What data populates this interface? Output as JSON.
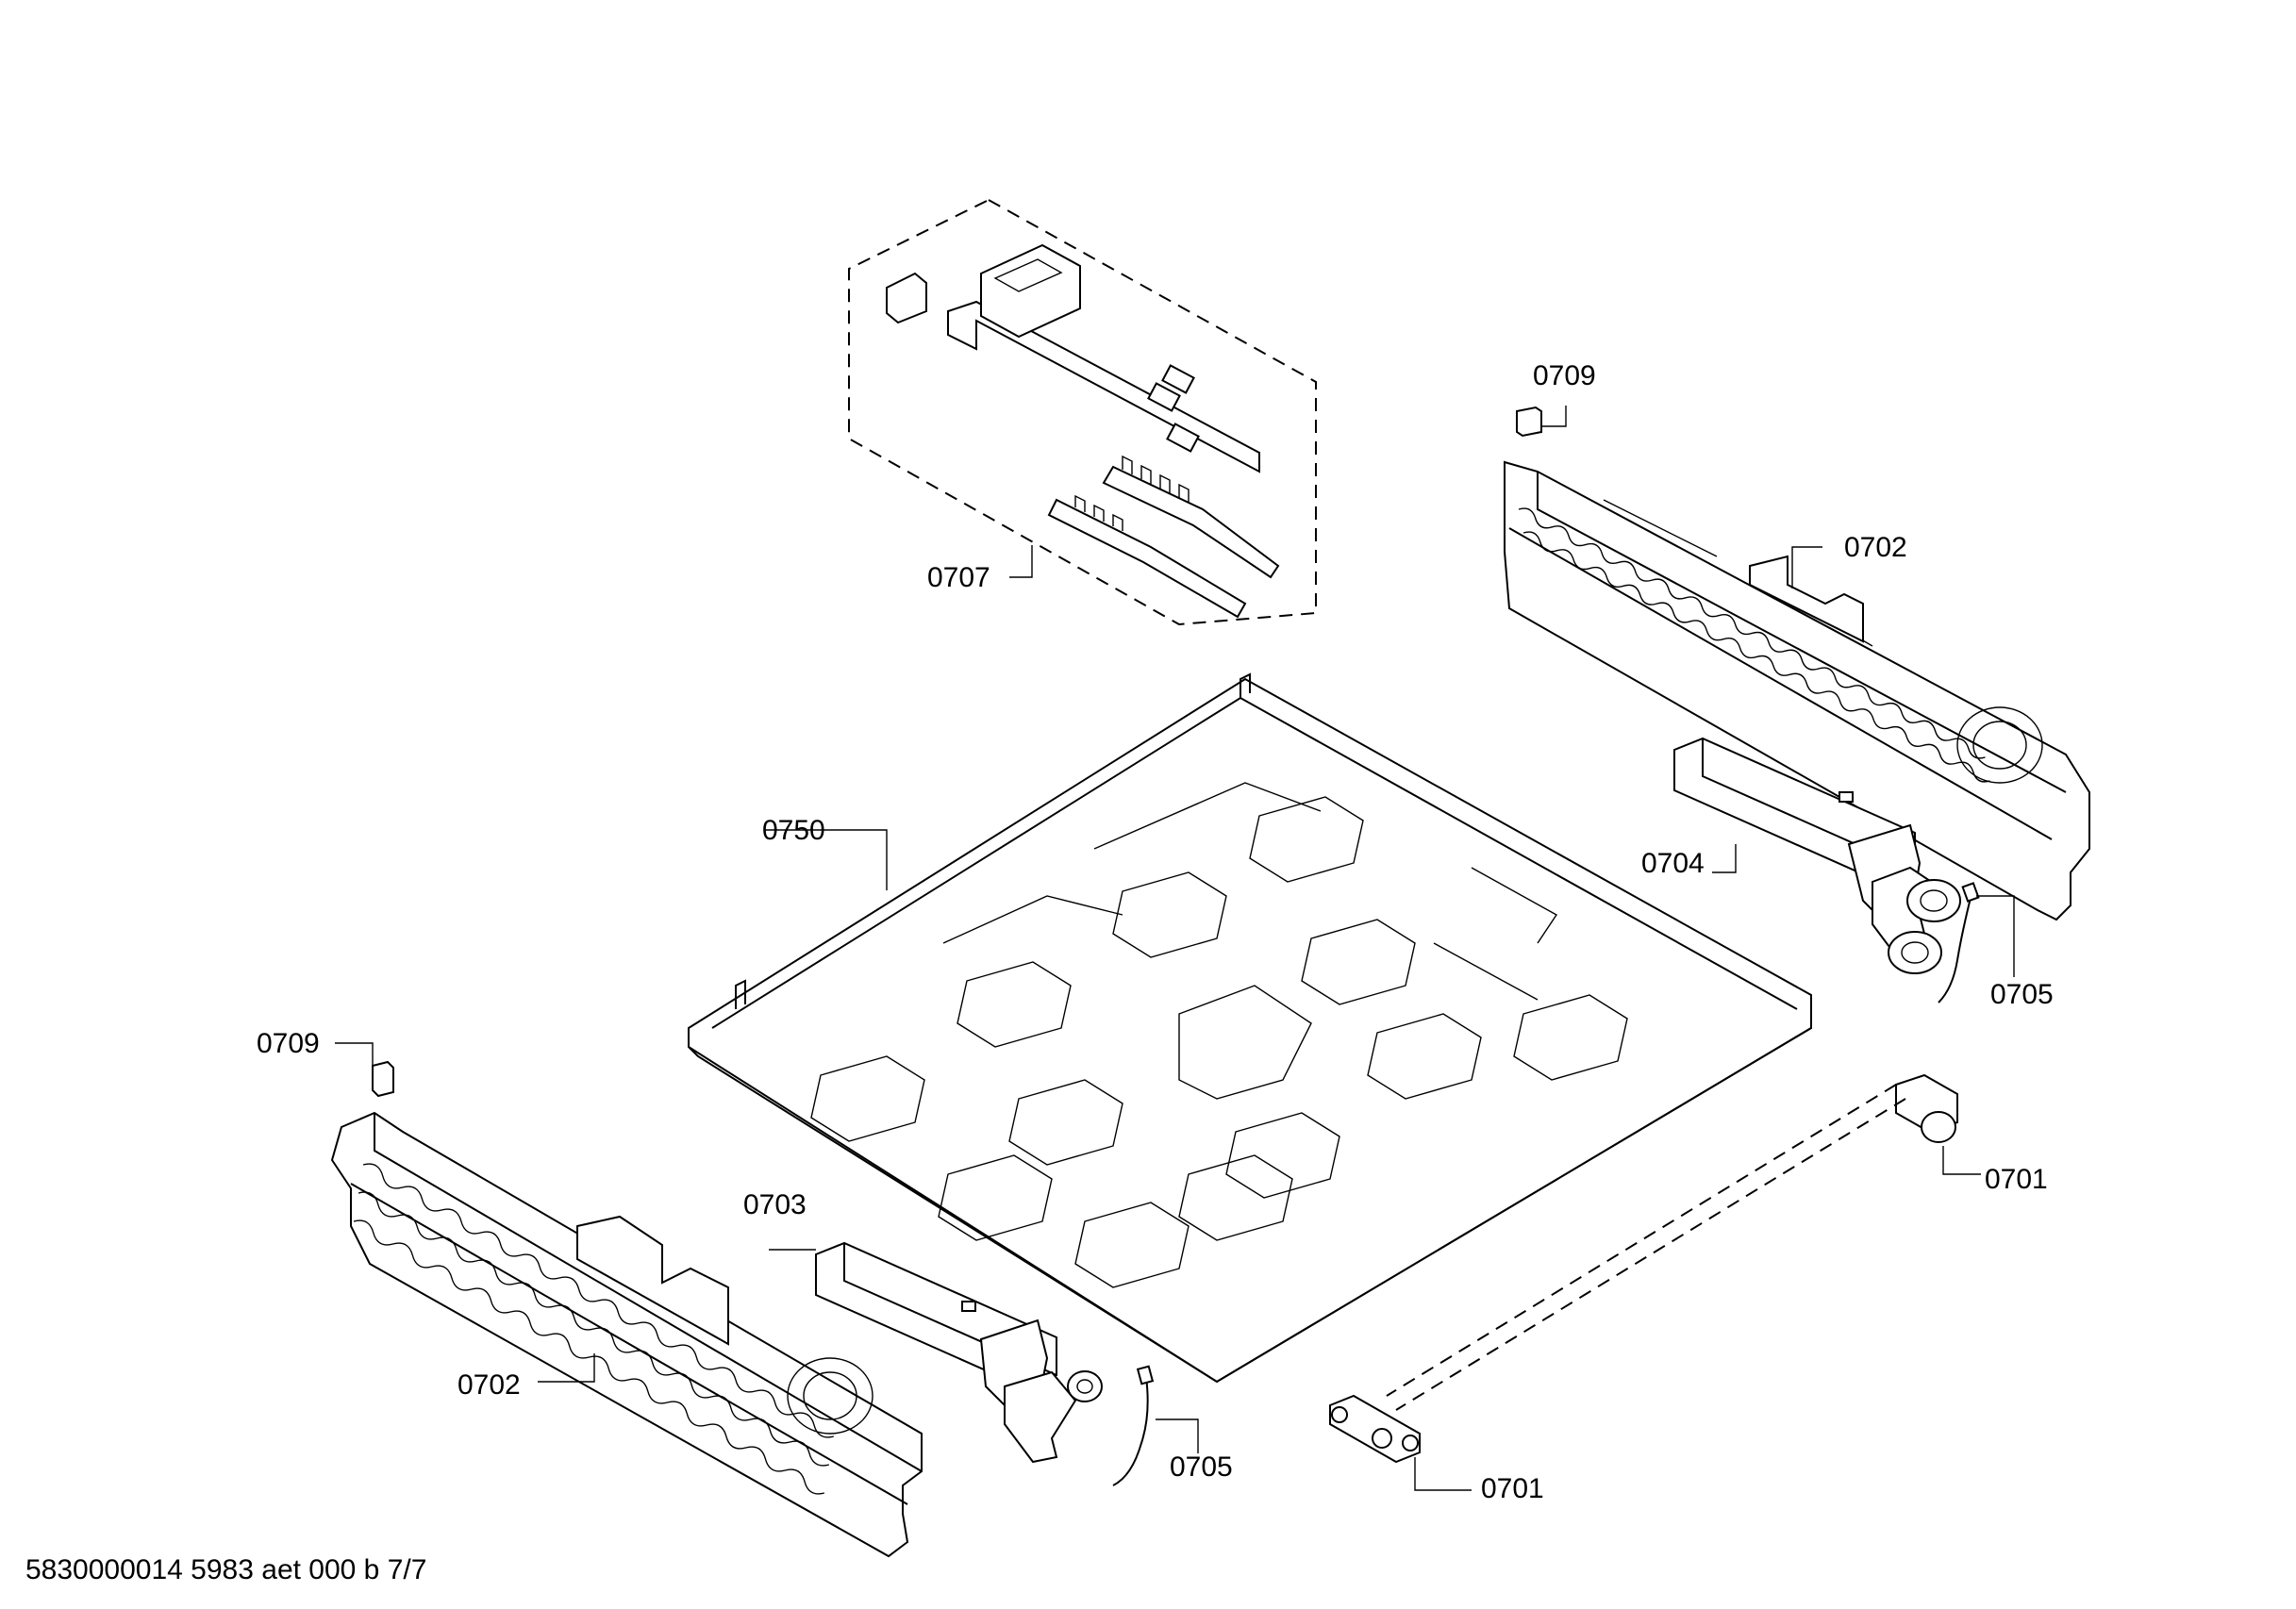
{
  "diagram": {
    "labels": {
      "l0707": "0707",
      "l0709_top": "0709",
      "l0702_top": "0702",
      "l0750": "0750",
      "l0704": "0704",
      "l0705_right": "0705",
      "l0709_left": "0709",
      "l0701_right": "0701",
      "l0703": "0703",
      "l0702_bottom": "0702",
      "l0705_bottom": "0705",
      "l0701_bottom": "0701"
    },
    "footer": "5830000014 5983 aet 000 b 7/7"
  }
}
